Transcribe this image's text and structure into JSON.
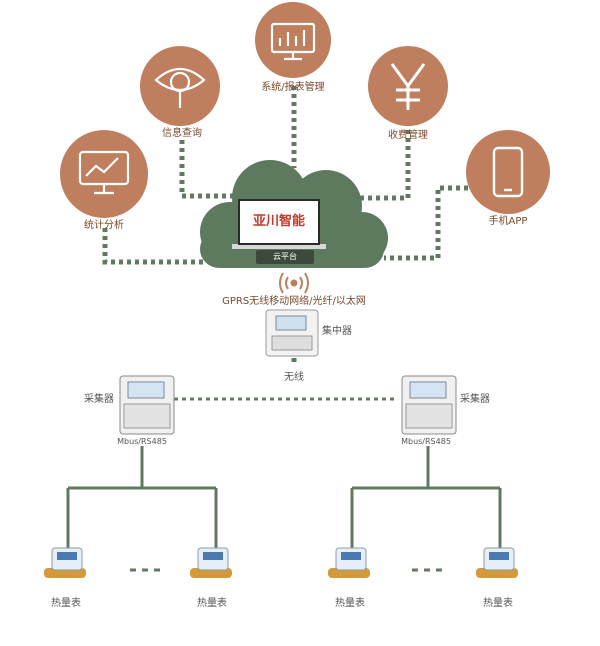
{
  "colors": {
    "circle": "#bf7e5e",
    "cloud": "#5e7a5e",
    "line": "#5f7a5f",
    "label": "#7a4a2c"
  },
  "icons": {
    "stats": "monitor-chart-icon",
    "query": "eye-magnifier-icon",
    "report": "bar-chart-monitor-icon",
    "fee": "yen-icon",
    "app": "mobile-phone-icon"
  },
  "functions": {
    "stats": "统计分析",
    "query": "信息查询",
    "report": "系统/报表管理",
    "fee": "收费管理",
    "app": "手机APP"
  },
  "cloud": {
    "brand": "亚川智能",
    "label": "云平台"
  },
  "network": "GPRS无线移动网络/光纤/以太网",
  "concentrator": "集中器",
  "wireless": "无线",
  "collectors": {
    "left_label": "采集器",
    "right_label": "采集器",
    "port": "Mbus/RS485"
  },
  "meters": [
    "热量表",
    "热量表",
    "热量表",
    "热量表"
  ]
}
